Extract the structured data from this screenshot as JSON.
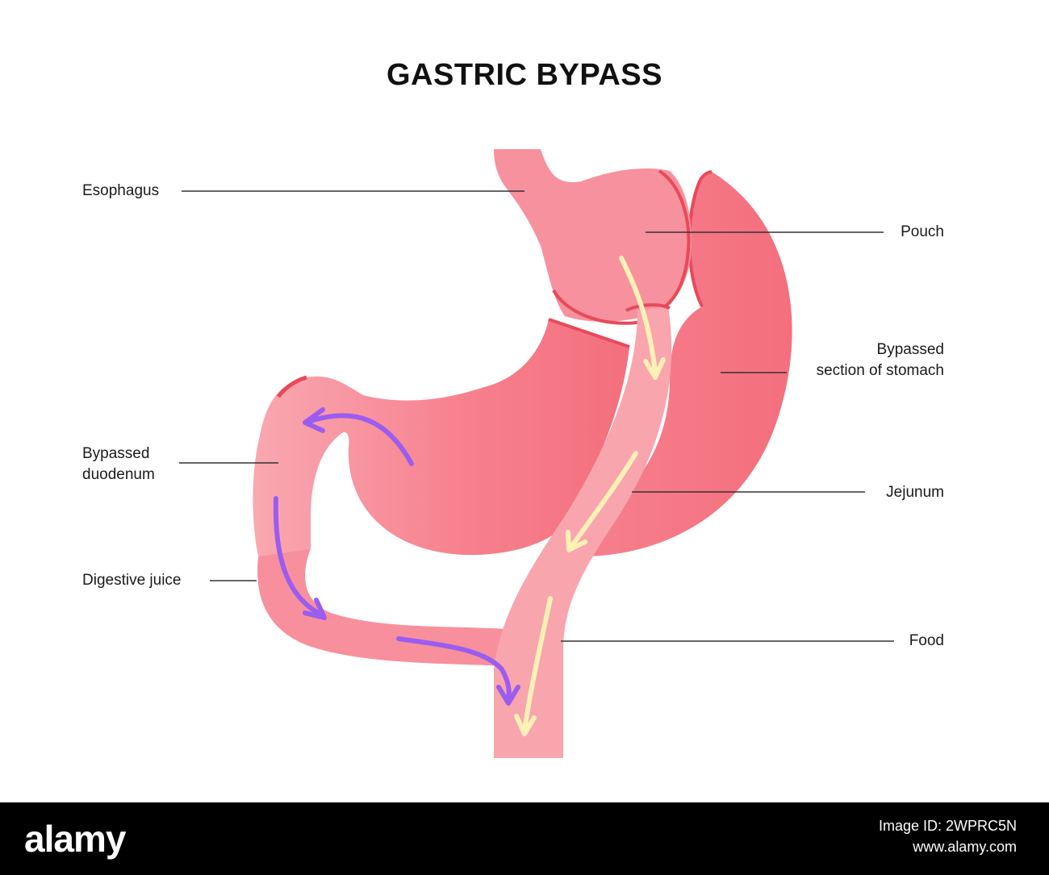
{
  "title": "GASTRIC BYPASS",
  "colors": {
    "tissue_light": "#f7a3ac",
    "tissue_mid": "#f88b97",
    "tissue_dark": "#f46f7d",
    "outline": "#e8495a",
    "food_arrow": "#fdf1b5",
    "juice_arrow": "#9b5cf0",
    "leader_line": "#333333"
  },
  "labels": {
    "esophagus": "Esophagus",
    "pouch": "Pouch",
    "bypassed_stomach_line1": "Bypassed",
    "bypassed_stomach_line2": "section of stomach",
    "bypassed_duodenum_line1": "Bypassed",
    "bypassed_duodenum_line2": "duodenum",
    "jejunum": "Jejunum",
    "digestive_juice": "Digestive juice",
    "food": "Food"
  },
  "footer": {
    "brand": "alamy",
    "image_id": "Image ID: 2WPRC5N",
    "site": "www.alamy.com"
  }
}
